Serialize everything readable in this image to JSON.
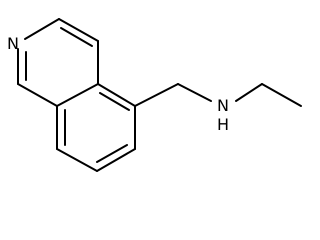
{
  "molecule": {
    "atoms": {
      "ring_nitrogen": "N",
      "amine_nitrogen": "N",
      "amine_hydrogen": "H"
    }
  }
}
